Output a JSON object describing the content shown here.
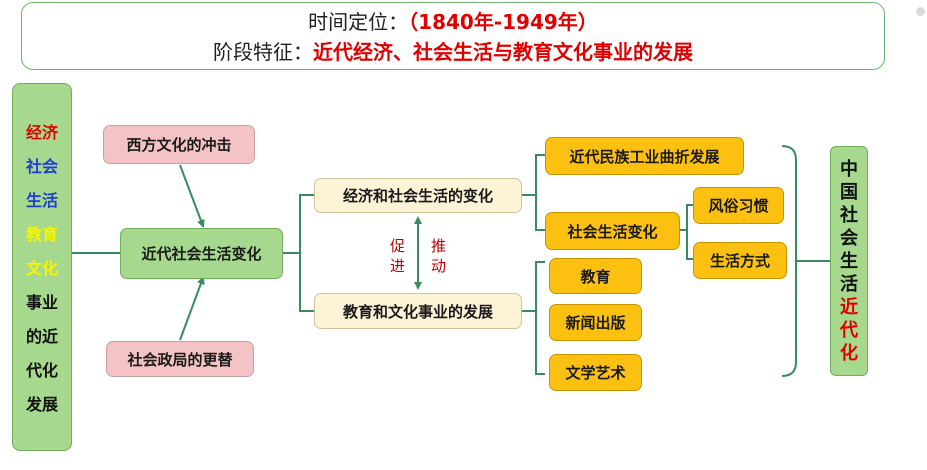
{
  "header": {
    "line1_label": "时间定位：",
    "line1_value": "（1840年-1949年）",
    "line2_label": "阶段特征：",
    "line2_value": "近代经济、社会生活与教育文化事业的发展"
  },
  "left_column": [
    {
      "text": "经济",
      "color": "#e00000"
    },
    {
      "text": "社会",
      "color": "#1f3fd0"
    },
    {
      "text": "生活",
      "color": "#1f3fd0"
    },
    {
      "text": "教育",
      "color": "#f5f500"
    },
    {
      "text": "文化",
      "color": "#f5f500"
    },
    {
      "text": "事业",
      "color": "#111111"
    },
    {
      "text": "的近",
      "color": "#111111"
    },
    {
      "text": "代化",
      "color": "#111111"
    },
    {
      "text": "发展",
      "color": "#111111"
    }
  ],
  "nodes": {
    "western_impact": "西方文化的冲击",
    "political_change": "社会政局的更替",
    "modern_social_change": "近代社会生活变化",
    "econ_social_change": "经济和社会生活的变化",
    "edu_culture_dev": "教育和文化事业的发展",
    "national_industry": "近代民族工业曲折发展",
    "social_life_change": "社会生活变化",
    "customs": "风俗习惯",
    "lifestyle": "生活方式",
    "education": "教育",
    "news_publishing": "新闻出版",
    "literature_art": "文学艺术"
  },
  "relation": {
    "left": [
      "促",
      "进"
    ],
    "right": [
      "推",
      "动"
    ]
  },
  "right_column": [
    {
      "text": "中",
      "color": "#111111"
    },
    {
      "text": "国",
      "color": "#111111"
    },
    {
      "text": "社",
      "color": "#111111"
    },
    {
      "text": "会",
      "color": "#111111"
    },
    {
      "text": "生",
      "color": "#111111"
    },
    {
      "text": "活",
      "color": "#111111"
    },
    {
      "text": "近",
      "color": "#e00000"
    },
    {
      "text": "代",
      "color": "#e00000"
    },
    {
      "text": "化",
      "color": "#e00000"
    }
  ]
}
